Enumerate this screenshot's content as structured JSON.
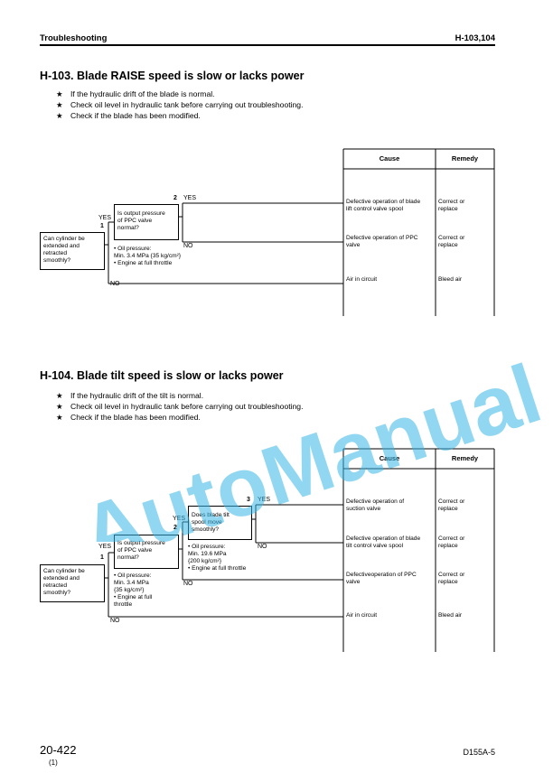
{
  "header": {
    "left": "Troubleshooting",
    "right": "H-103,104"
  },
  "sections": [
    {
      "title": "H-103. Blade RAISE speed is slow or lacks power",
      "bullets": [
        "If the hydraulic drift of the blade is normal.",
        "Check oil level in hydraulic tank before carrying out troubleshooting.",
        "Check if the blade has been modified."
      ],
      "table_headers": {
        "cause": "Cause",
        "remedy": "Remedy"
      },
      "nodes": [
        {
          "num": "1",
          "lines": [
            "Can cylinder be",
            "extended and",
            "retracted",
            "smoothly?"
          ]
        },
        {
          "num": "2",
          "lines": [
            "Is output pressure",
            "of PPC valve",
            "normal?"
          ],
          "notes": [
            "• Oil pressure:",
            "  Min. 3.4 MPa {35 kg/cm²}",
            "• Engine at full throttle"
          ]
        }
      ],
      "labels": {
        "yes": "YES",
        "no": "NO"
      },
      "causes": [
        [
          "Defective operation of blade",
          "lift control valve spool"
        ],
        [
          "Defective operation of PPC",
          "valve"
        ],
        [
          "Air in circuit"
        ]
      ],
      "remedies": [
        [
          "Correct or",
          "replace"
        ],
        [
          "Correct or",
          "replace"
        ],
        [
          "Bleed air"
        ]
      ]
    },
    {
      "title": "H-104. Blade tilt speed is slow or lacks power",
      "bullets": [
        "If the hydraulic drift of the tilt is normal.",
        "Check oil level in hydraulic tank before carrying out troubleshooting.",
        "Check if the blade has been modified."
      ],
      "table_headers": {
        "cause": "Cause",
        "remedy": "Remedy"
      },
      "nodes": [
        {
          "num": "1",
          "lines": [
            "Can cylinder be",
            "extended and",
            "retracted",
            "smoothly?"
          ]
        },
        {
          "num": "2",
          "lines": [
            "Is output pressure",
            "of PPC valve",
            "normal?"
          ],
          "notes": [
            "• Oil pressure:",
            "  Min. 3.4 MPa",
            "  {35 kg/cm²}",
            "• Engine at full",
            "  throttle"
          ]
        },
        {
          "num": "3",
          "lines": [
            "Does blade tilt",
            "spool move",
            "smoothly?"
          ],
          "notes": [
            "• Oil pressure:",
            "  Min. 19.6 MPa",
            "  {200 kg/cm²}",
            "• Engine at full throttle"
          ]
        }
      ],
      "labels": {
        "yes": "YES",
        "no": "NO"
      },
      "causes": [
        [
          "Defective operation of",
          "suction valve"
        ],
        [
          "Defective operation of blade",
          "tilt control valve spool"
        ],
        [
          "Defectiveoperation of PPC",
          "valve"
        ],
        [
          "Air in circuit"
        ]
      ],
      "remedies": [
        [
          "Correct or",
          "replace"
        ],
        [
          "Correct or",
          "replace"
        ],
        [
          "Correct or",
          "replace"
        ],
        [
          "Bleed air"
        ]
      ]
    }
  ],
  "bullet_star": "★",
  "watermark": "AutoManual",
  "footer": {
    "page": "20-422",
    "page_sub": "(1)",
    "model": "D155A-5"
  }
}
